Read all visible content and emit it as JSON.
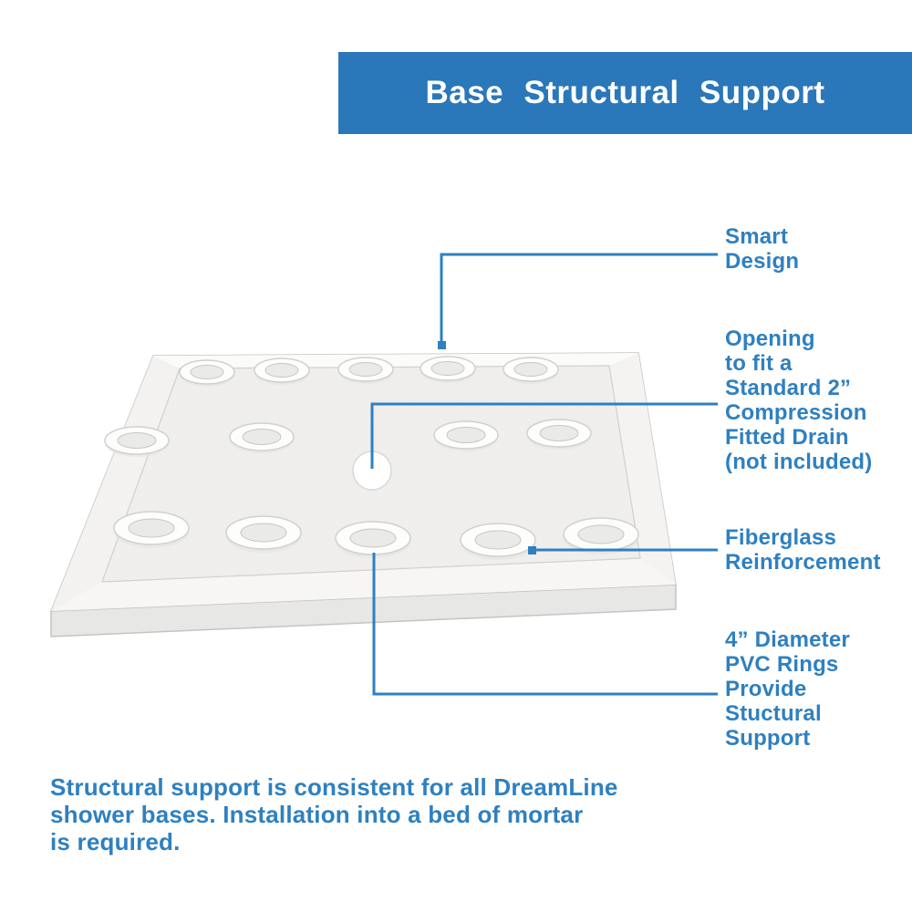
{
  "colors": {
    "accent": "#2e80c1",
    "header_bg": "#2a77b9",
    "header_text": "#ffffff"
  },
  "header": {
    "title": "Base Structural Support"
  },
  "callouts": {
    "smart_design": {
      "lines": [
        "Smart",
        "Design"
      ]
    },
    "drain_opening": {
      "lines": [
        "Opening",
        "to fit a",
        "Standard 2”",
        "Compression",
        "Fitted Drain",
        "(not included)"
      ]
    },
    "fiberglass": {
      "lines": [
        "Fiberglass",
        "Reinforcement"
      ]
    },
    "pvc_rings": {
      "lines": [
        "4” Diameter",
        "PVC Rings",
        "Provide",
        "Stuctural",
        "Support"
      ]
    }
  },
  "footer": {
    "lines": [
      "Structural support is consistent for all DreamLine",
      "shower bases. Installation into a bed of mortar",
      "is required."
    ]
  }
}
